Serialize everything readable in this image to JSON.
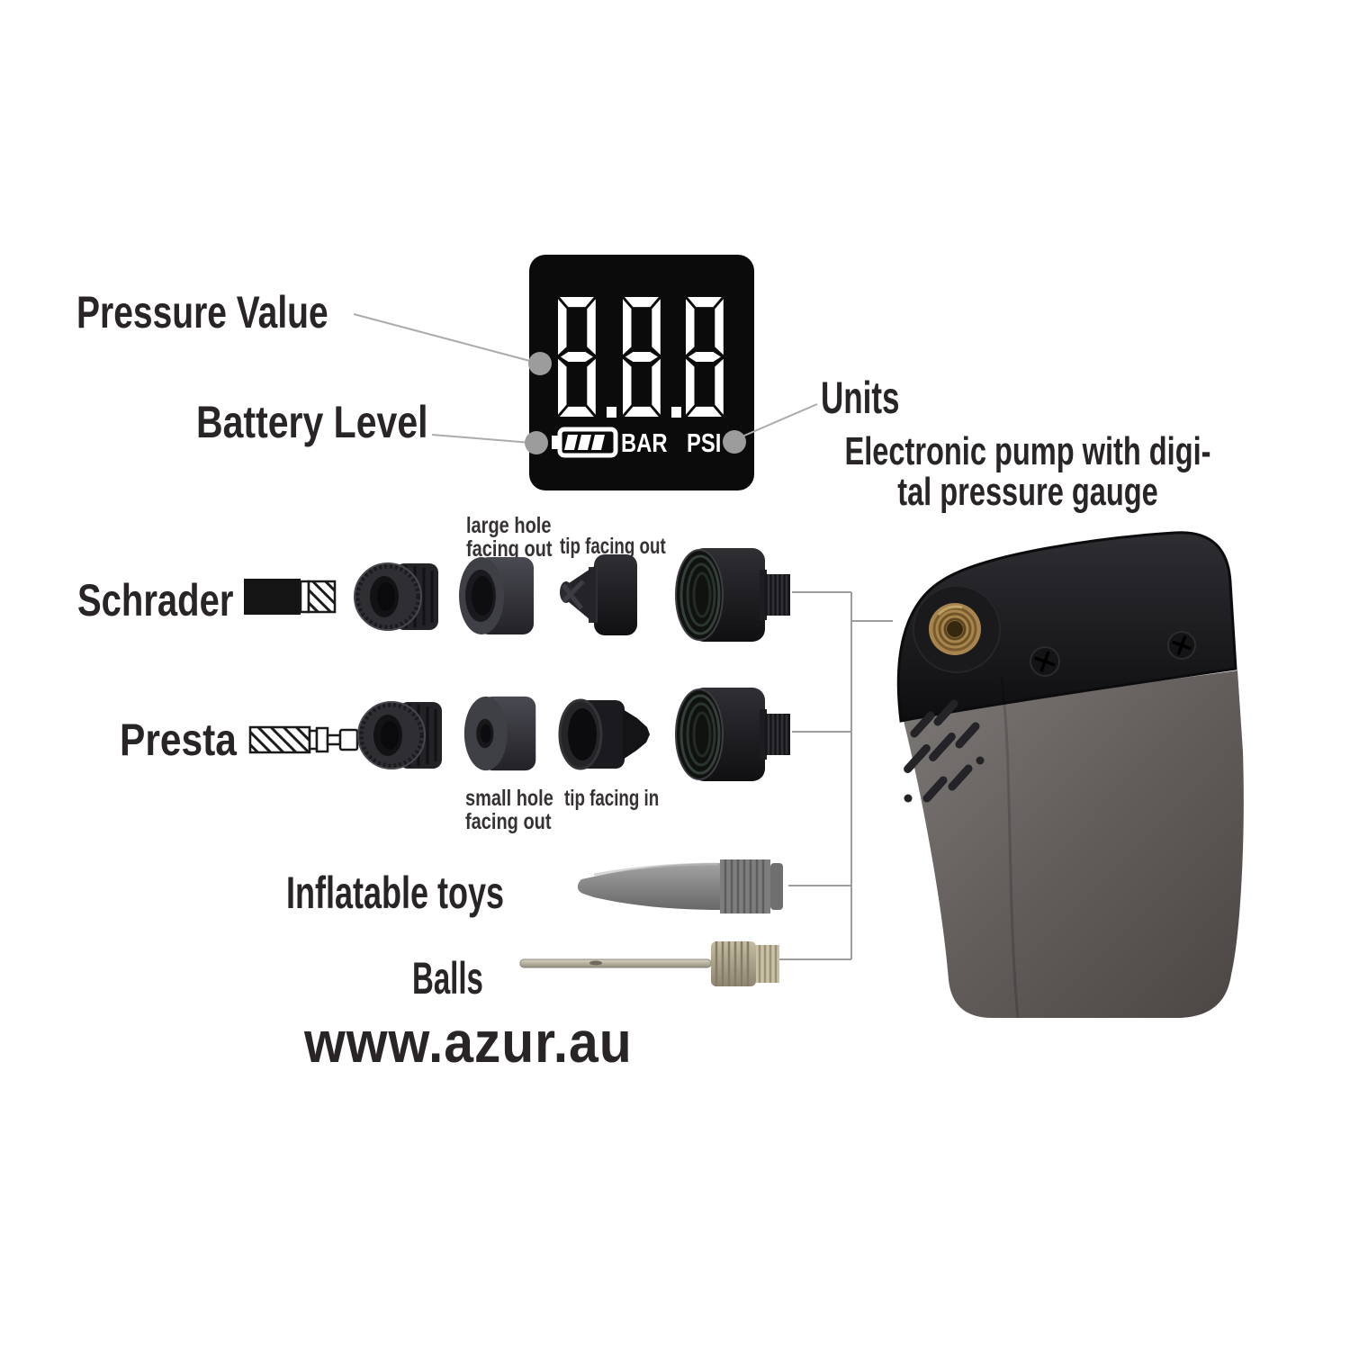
{
  "display": {
    "value": "8.8.8",
    "unit_left": "BAR",
    "unit_right": "PSI",
    "battery_bars": 3
  },
  "callouts": {
    "pressure_value": "Pressure Value",
    "battery_level": "Battery Level",
    "units": "Units"
  },
  "pump": {
    "description_line1": "Electronic pump with digi-",
    "description_line2": "tal pressure gauge"
  },
  "adapter_rows": {
    "schrader_label": "Schrader",
    "presta_label": "Presta",
    "inflatable_toys_label": "Inflatable toys",
    "balls_label": "Balls"
  },
  "adapter_notes": {
    "large_hole_line1": "large hole",
    "large_hole_line2": "facing out",
    "tip_facing_out": "tip facing out",
    "small_hole_line1": "small hole",
    "small_hole_line2": "facing out",
    "tip_facing_in": "tip facing in"
  },
  "footer": {
    "website": "www.azur.au"
  },
  "icons": {
    "battery": "battery-icon",
    "schrader_valve": "schrader-valve-icon",
    "presta_valve": "presta-valve-icon"
  },
  "colors": {
    "background": "#ffffff",
    "text": "#292526",
    "display_bg": "#0b0b0b",
    "display_fg": "#ffffff",
    "callout_line": "#ababab",
    "callout_dot": "#9c9c9c",
    "pump_cap": "#17171a",
    "pump_body": "#6b6563",
    "brass_port": "#a8854e",
    "part_dark": "#27272c",
    "nozzle_gray": "#8a8a8a",
    "needle_metal": "#beb59e"
  }
}
